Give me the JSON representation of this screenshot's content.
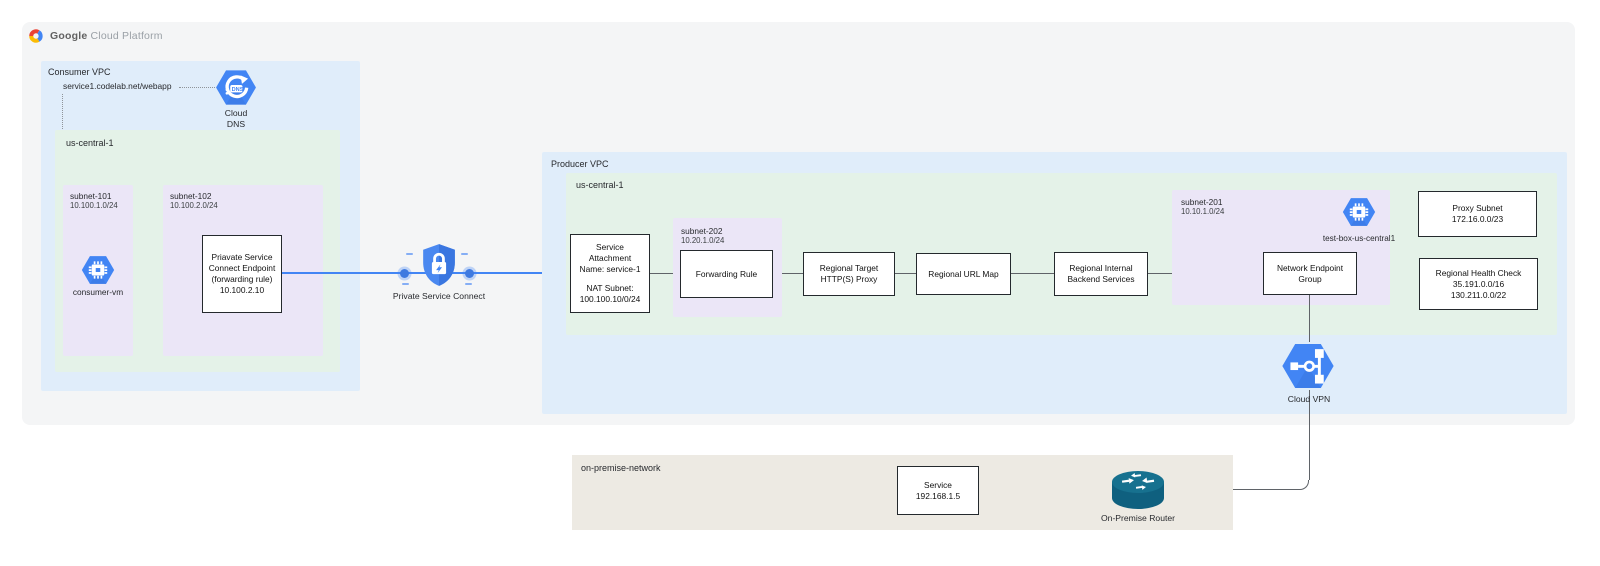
{
  "brand": {
    "google": "Google",
    "platform": "Cloud Platform"
  },
  "colors": {
    "icon_blue": "#4285f4",
    "icon_blue_dark": "#3a76e0",
    "vpc_blue": "#e0edfa",
    "region_green": "#e4f2e8",
    "subnet_purple": "#ebe6f7",
    "onprem_tan": "#edeae3",
    "router_teal": "#11637f",
    "frame_gray": "#f4f5f6",
    "connector_gray": "#5f6368",
    "connector_blue": "#4285f4"
  },
  "consumer": {
    "vpc_label": "Consumer VPC",
    "region_label": "us-central-1",
    "dns_record": "service1.codelab.net/webapp",
    "cloud_dns": {
      "lines": [
        "Cloud",
        "DNS"
      ],
      "icon": "cloud-dns-hexagon-icon"
    },
    "subnet101": {
      "name": "subnet-101",
      "cidr": "10.100.1.0/24"
    },
    "subnet102": {
      "name": "subnet-102",
      "cidr": "10.100.2.0/24"
    },
    "consumer_vm": {
      "label": "consumer-vm",
      "icon": "compute-engine-hexagon-icon"
    },
    "endpoint_box": {
      "lines": [
        "Priavate Service",
        "Connect Endpoint",
        "(forwarding rule)",
        "10.100.2.10"
      ]
    }
  },
  "psc_gateway": {
    "label": "Private Service Connect",
    "icon": "shield-lock-bolt-icon"
  },
  "producer": {
    "vpc_label": "Producer VPC",
    "region_label": "us-central-1",
    "service_attachment": {
      "top_lines": [
        "Service",
        "Attachment",
        "Name: service-1"
      ],
      "bottom_lines": [
        "NAT Subnet:",
        "100.100.10/0/24"
      ]
    },
    "subnet202": {
      "name": "subnet-202",
      "cidr": "10.20.1.0/24"
    },
    "forwarding_rule": {
      "label": "Forwarding Rule"
    },
    "target_proxy": {
      "lines": [
        "Regional Target",
        "HTTP(S) Proxy"
      ]
    },
    "url_map": {
      "label": "Regional URL Map"
    },
    "backend_services": {
      "lines": [
        "Regional Internal",
        "Backend Services"
      ]
    },
    "subnet201": {
      "name": "subnet-201",
      "cidr": "10.10.1.0/24"
    },
    "test_box": {
      "label": "test-box-us-central1",
      "icon": "compute-engine-hexagon-icon"
    },
    "neg": {
      "lines": [
        "Network Endpoint",
        "Group"
      ]
    },
    "proxy_subnet": {
      "lines": [
        "Proxy Subnet",
        "172.16.0.0/23"
      ]
    },
    "health_check": {
      "lines": [
        "Regional Health Check",
        "35.191.0.0/16",
        "130.211.0.0/22"
      ]
    },
    "cloud_vpn": {
      "label": "Cloud VPN",
      "icon": "cloud-vpn-hexagon-icon"
    }
  },
  "onprem": {
    "label": "on-premise-network",
    "service": {
      "lines": [
        "Service",
        "192.168.1.5"
      ]
    },
    "router": {
      "label": "On-Premise Router",
      "icon": "router-cylinder-icon"
    }
  }
}
